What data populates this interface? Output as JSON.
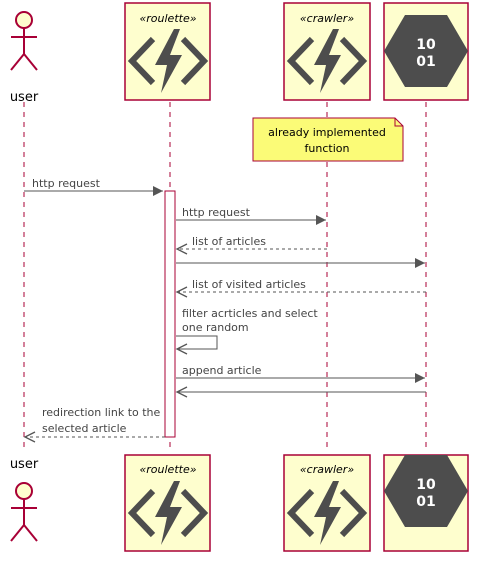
{
  "colors": {
    "participant_fill": "#FEFECE",
    "participant_border": "#A80036",
    "icon_color": "#4D4D4D",
    "note_fill": "#FBFB77",
    "arrow_color": "#555555",
    "lifeline_color": "#A80036"
  },
  "participants": {
    "user": {
      "name": "user",
      "icon": "stick-figure-icon"
    },
    "roulette": {
      "stereotype": "«roulette»",
      "icon": "azure-function-icon"
    },
    "crawler": {
      "stereotype": "«crawler»",
      "icon": "azure-function-icon"
    },
    "storage": {
      "icon": "binary-data-icon",
      "glyph_line1": "10",
      "glyph_line2": "01"
    }
  },
  "note": {
    "line1": "already implemented",
    "line2": "function"
  },
  "messages": [
    {
      "label": "http request",
      "from": "user",
      "to": "roulette",
      "style": "solid"
    },
    {
      "label": "http request",
      "from": "roulette",
      "to": "crawler",
      "style": "solid"
    },
    {
      "label": "list of articles",
      "from": "crawler",
      "to": "roulette",
      "style": "dashed"
    },
    {
      "label": "",
      "from": "roulette",
      "to": "storage",
      "style": "solid"
    },
    {
      "label": "list of visited articles",
      "from": "storage",
      "to": "roulette",
      "style": "dashed"
    },
    {
      "label_line1": "filter acrticles and select",
      "label_line2": "one random",
      "from": "roulette",
      "to": "roulette",
      "style": "solid"
    },
    {
      "label": "append article",
      "from": "roulette",
      "to": "storage",
      "style": "solid"
    },
    {
      "label": "",
      "from": "storage",
      "to": "roulette",
      "style": "solid"
    },
    {
      "label_line1": "redirection link to the",
      "label_line2": "selected article",
      "from": "roulette",
      "to": "user",
      "style": "dashed"
    }
  ]
}
